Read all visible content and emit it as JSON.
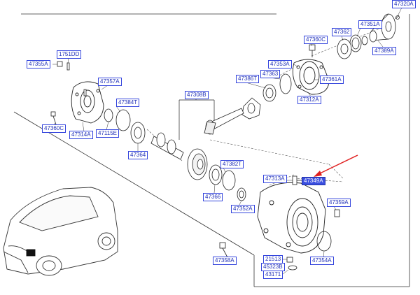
{
  "callouts": {
    "c47320A": "47320A",
    "c47351A": "47351A",
    "c47362": "47362",
    "c47360C_r": "47360C",
    "c47389A": "47389A",
    "c1751DD": "1751DD",
    "c47355A": "47355A",
    "c47353A": "47353A",
    "c47363": "47363",
    "c47386T": "47386T",
    "c47361A": "47361A",
    "c47357A": "47357A",
    "c47308B": "47308B",
    "c47312A": "47312A",
    "c47384T": "47384T",
    "c47360C_l": "47360C",
    "c47314A": "47314A",
    "c47115E": "47115E",
    "c47364": "47364",
    "c47382T": "47382T",
    "c47313A": "47313A",
    "c47349A": "47349A",
    "c47366": "47366",
    "c47352A": "47352A",
    "c47359A": "47359A",
    "c21513": "21513",
    "c45323B": "45323B",
    "c43171": "43171",
    "c47354A": "47354A",
    "c47358A": "47358A"
  },
  "colors": {
    "line": "#2b2b2b",
    "callout_border": "#3344dd",
    "callout_text": "#1f2fb8",
    "highlight_fill": "#3b4fe0",
    "arrow": "#e02020"
  }
}
